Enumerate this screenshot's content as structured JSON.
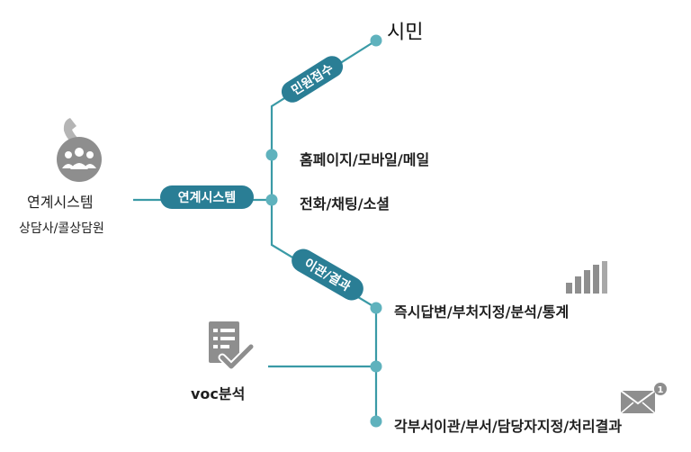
{
  "top": {
    "citizen": "시민"
  },
  "left": {
    "linked_system": "연계시스템",
    "agents": "상담사/콜상담원"
  },
  "pills": {
    "complaint_intake": "민원접수",
    "linked_system": "연계시스템",
    "transfer_result": "이관/결과"
  },
  "channels": {
    "web": "홈페이지/모바일/메일",
    "phone": "전화/채팅/소셜"
  },
  "outputs": {
    "realtime": "즉시답변/부처지정/분석/통계",
    "voc": "voc분석",
    "transfer": "각부서이관/부서/담당자지정/처리결과"
  },
  "badge": {
    "mail_count": "1"
  },
  "colors": {
    "line": "#3a9aa6",
    "pill": "#2a7e95",
    "node": "#5fb2bd",
    "icon_gray": "#8e8e8e"
  },
  "icons": [
    "phone-people-icon",
    "checklist-icon",
    "signal-bars-icon",
    "mail-icon"
  ]
}
